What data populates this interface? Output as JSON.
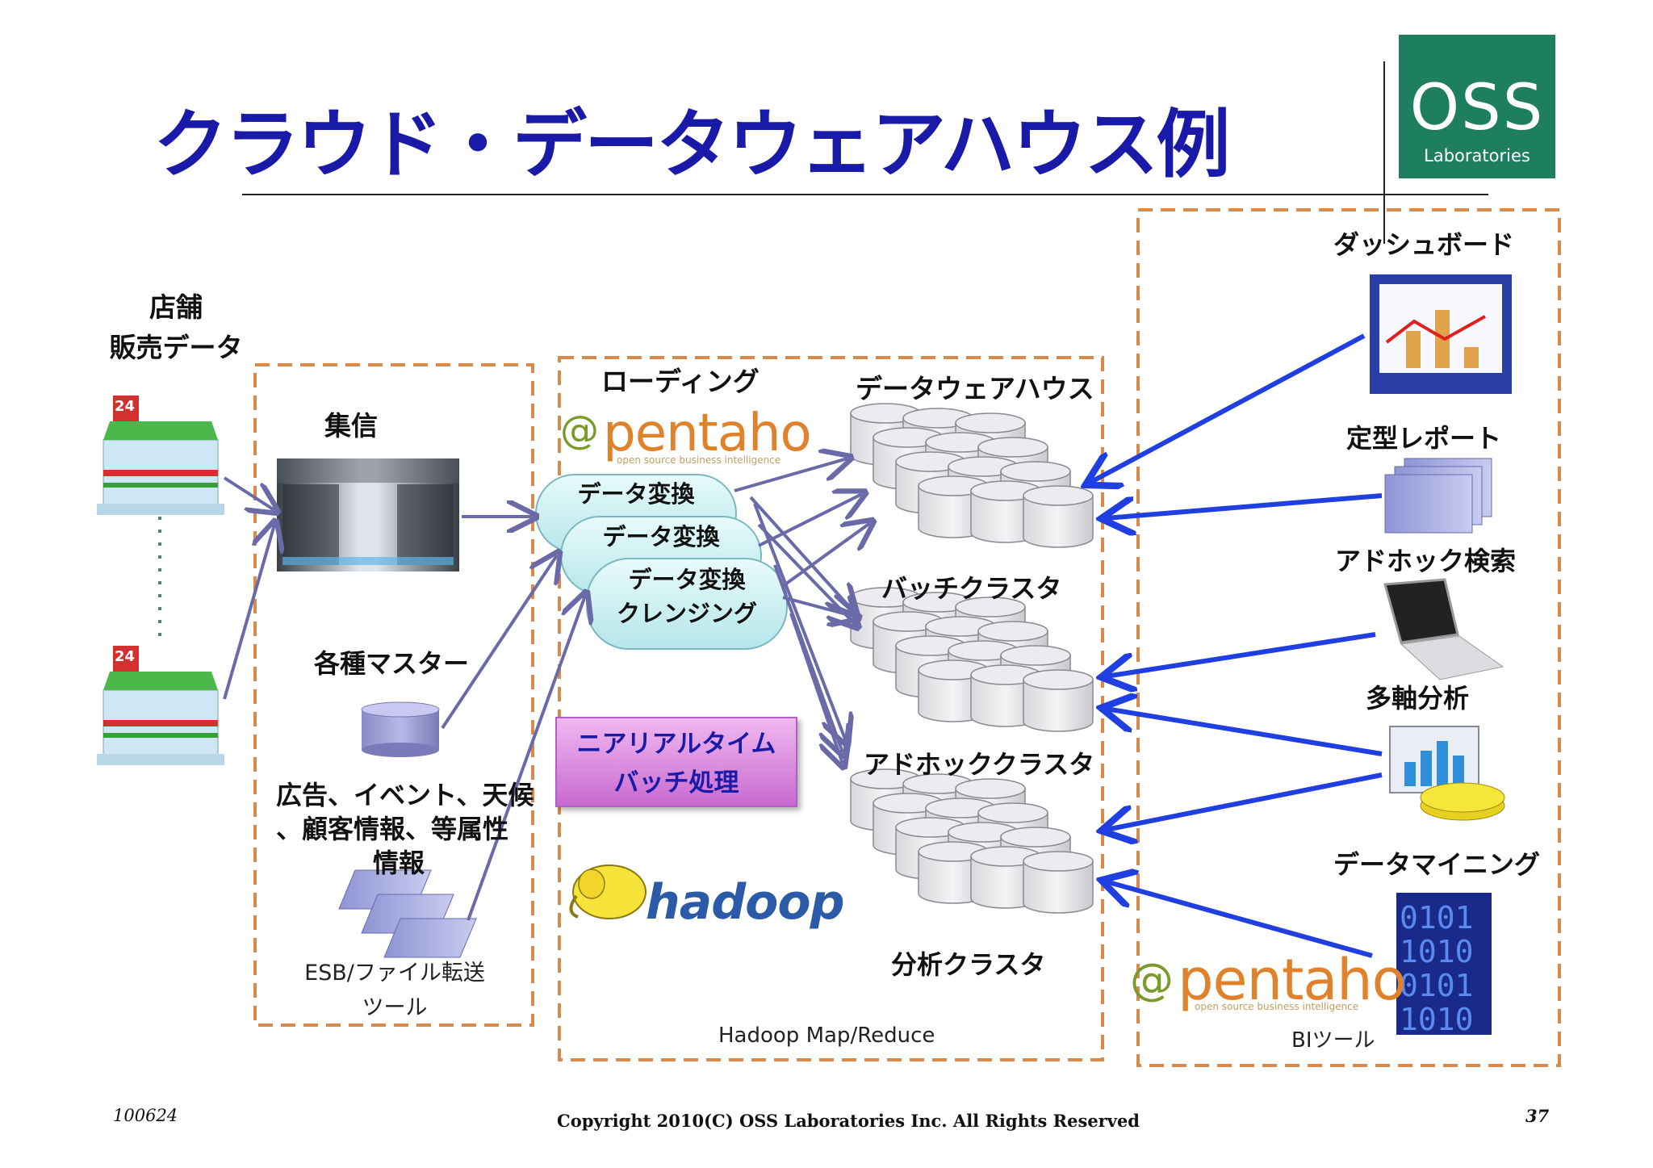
{
  "title": "クラウド・データウェアハウス例",
  "logo": {
    "main": "OSS",
    "sub": "Laboratories"
  },
  "stores": {
    "label_line1": "店舗",
    "label_line2": "販売データ",
    "badge": "24"
  },
  "collect": {
    "label": "集信",
    "masters_label": "各種マスター",
    "attrs_line1": "広告、イベント、天候",
    "attrs_line2": "、顧客情報、等属性",
    "attrs_line3": "情報",
    "esb_line1": "ESB/ファイル転送",
    "esb_line2": "ツール"
  },
  "loading": {
    "label": "ローディング",
    "pentaho_word": "pentaho",
    "pentaho_tag": "open source business intelligence",
    "transform1": "データ変換",
    "transform2": "データ変換",
    "transform3_line1": "データ変換",
    "transform3_line2": "クレンジング",
    "realtime_line1": "ニアリアルタイム",
    "realtime_line2": "バッチ処理",
    "hadoop_word": "hadoop"
  },
  "dwh": {
    "label": "データウェアハウス",
    "batch": "バッチクラスタ",
    "adhoc": "アドホッククラスタ",
    "analysis": "分析クラスタ",
    "footer": "Hadoop Map/Reduce"
  },
  "bi": {
    "dashboard": "ダッシュボード",
    "report": "定型レポート",
    "adhoc_search": "アドホック検索",
    "olap": "多軸分析",
    "mining": "データマイニング",
    "pentaho_word": "pentaho",
    "pentaho_tag": "open source business intelligence",
    "footer": "BIツール"
  },
  "footer": {
    "date": "100624",
    "copyright": "Copyright 2010(C) OSS Laboratories Inc. All Rights Reserved",
    "page": "37"
  },
  "colors": {
    "title": "#1a1aa8",
    "dashed_border": "#d98a4a",
    "arrow_flow": "#6a6aa8",
    "arrow_bi": "#1f3fe0",
    "logo_bg": "#1d7f5f"
  }
}
